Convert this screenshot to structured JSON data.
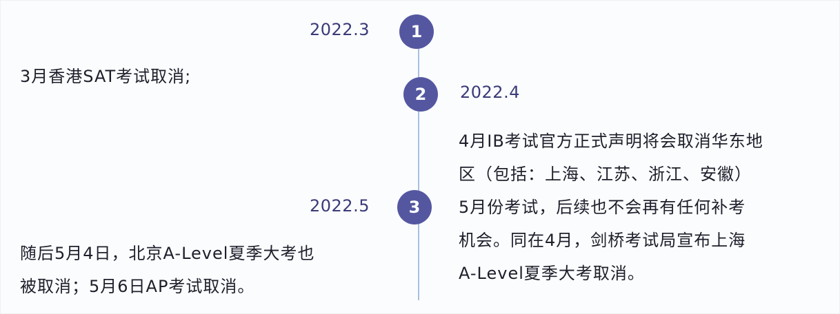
{
  "timeline": {
    "colors": {
      "node": "#5457a0",
      "line": "#a9bfdc",
      "date": "#3a3a78",
      "text": "#1e1e2a"
    },
    "events": [
      {
        "number": "1",
        "date": "2022.3",
        "lines": [
          "3月香港SAT考试取消;"
        ]
      },
      {
        "number": "2",
        "date": "2022.4",
        "lines": [
          "4月IB考试官方正式声明将会取消华东地",
          "区（包括：上海、江苏、浙江、安徽）",
          "5月份考试，后续也不会再有任何补考",
          "机会。同在4月，剑桥考试局宣布上海",
          "A-Level夏季大考取消。"
        ]
      },
      {
        "number": "3",
        "date": "2022.5",
        "lines": [
          "随后5月4日，北京A-Level夏季大考也",
          "被取消；5月6日AP考试取消。"
        ]
      }
    ]
  }
}
